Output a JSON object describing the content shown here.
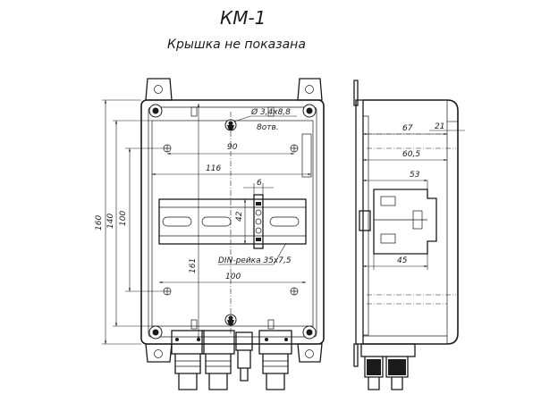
{
  "title": "КМ-1",
  "subtitle": "Крышка не показана",
  "front_view": {
    "dims": {
      "height_outer": "160",
      "height_mid": "140",
      "height_inner": "100",
      "height_rail": "161",
      "width_90": "90",
      "width_116": "116",
      "width_100": "100",
      "rail_gap": "6",
      "rail_height": "42",
      "hole": "Ø 3,4x8,8",
      "hole_count": "8отв.",
      "din_rail": "DIN-рейка 35x7,5"
    }
  },
  "side_view": {
    "dims": {
      "d67": "67",
      "d21": "21",
      "d60": "60,5",
      "d53": "53",
      "d45": "45"
    }
  }
}
